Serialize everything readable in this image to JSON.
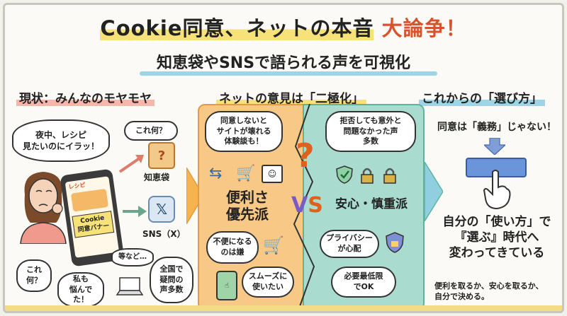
{
  "title": {
    "main": "Cookie同意、ネットの本音",
    "accent": "大論争！"
  },
  "subtitle": "知恵袋やSNSで語られる声を可視化",
  "left": {
    "heading": "現状：みんなのモヤモヤ",
    "bubble_main": "夜中、レシピ\n見たいのにイラッ！",
    "bubble_what": "これ何？",
    "phone_site": "レシピ",
    "phone_banner": "Cookie\n同意バナー",
    "chiebukuro_label": "知恵袋",
    "sns_label": "SNS（X）",
    "cloud_what2": "これ\n何？",
    "cloud_me_too": "私も\n悩んでた！",
    "cloud_etc": "等など…",
    "cloud_nationwide": "全国で\n疑問の\n声多数"
  },
  "middle": {
    "heading": "ネットの意見は「二極化」",
    "orange_bubble1": "同意しないと\nサイトが壊れる\n体験談も！",
    "orange_label": "便利さ\n優先派",
    "orange_bubble2": "不便になる\nのは嫌",
    "orange_bubble3": "スムーズに\n使いたい",
    "teal_bubble1": "拒否しても意外と\n問題なかった声\n多数",
    "teal_label": "安心・慎重派",
    "teal_bubble2": "プライバシー\nが心配",
    "teal_bubble3": "必要最低限\nでOK",
    "vs_v": "V",
    "vs_s": "S",
    "question": "?"
  },
  "right": {
    "heading": "これからの「選び方」",
    "duty": "同意は「義務」じゃない！",
    "big_text": "自分の「使い方」で\n『選ぶ』時代へ\n変わってきている",
    "small_text": "便利を取るか、安心を取るか、\n自分で決める。"
  },
  "colors": {
    "accent_red": "#d6542b",
    "orange_panel": "#f8c886",
    "teal_panel": "#a9dccf",
    "highlight_yellow": "#f7e27a"
  }
}
